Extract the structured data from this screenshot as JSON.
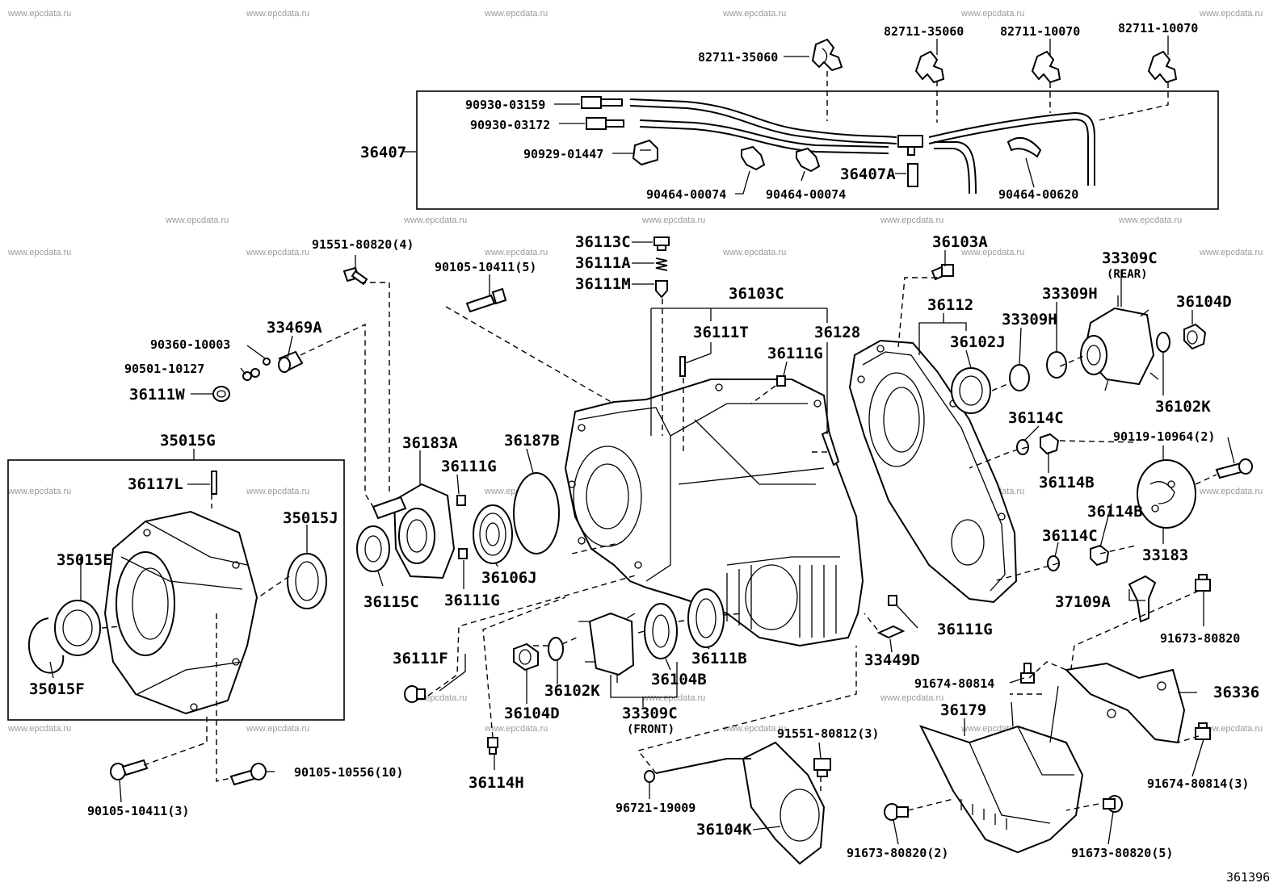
{
  "watermark": "www.epcdata.ru",
  "diagram_id": "361396",
  "labels": {
    "l82711_35060a": "82711-35060",
    "l82711_35060b": "82711-35060",
    "l82711_10070a": "82711-10070",
    "l82711_10070b": "82711-10070",
    "l90930_03159": "90930-03159",
    "l90930_03172": "90930-03172",
    "l36407": "36407",
    "l90929_01447": "90929-01447",
    "l90464_00074a": "90464-00074",
    "l90464_00074b": "90464-00074",
    "l36407A": "36407A",
    "l90464_00620": "90464-00620",
    "l91551_80820": "91551-80820(4)",
    "l90105_10411_5": "90105-10411(5)",
    "l36113C": "36113C",
    "l36111A": "36111A",
    "l36111M": "36111M",
    "l36103C": "36103C",
    "l36103A": "36103A",
    "l33309C_rear": "33309C",
    "l_rear": "(REAR)",
    "l36112": "36112",
    "l33309H_a": "33309H",
    "l33309H_b": "33309H",
    "l36104D_a": "36104D",
    "l36102J": "36102J",
    "l36102K_a": "36102K",
    "l36111T": "36111T",
    "l36128": "36128",
    "l36111G_a": "36111G",
    "l90360_10003": "90360-10003",
    "l33469A": "33469A",
    "l90501_10127": "90501-10127",
    "l36111W": "36111W",
    "l36114C_a": "36114C",
    "l90119_10964": "90119-10964(2)",
    "l35015G": "35015G",
    "l36183A": "36183A",
    "l36187B": "36187B",
    "l36117L": "36117L",
    "l36111G_b": "36111G",
    "l35015J": "35015J",
    "l36114B_a": "36114B",
    "l36114B_b": "36114B",
    "l33183": "33183",
    "l35015E": "35015E",
    "l36114C_b": "36114C",
    "l36115C": "36115C",
    "l36106J": "36106J",
    "l36111G_c": "36111G",
    "l37109A": "37109A",
    "l36111G_d": "36111G",
    "l91673_80820a": "91673-80820",
    "l36111F": "36111F",
    "l36111B": "36111B",
    "l33449D": "33449D",
    "l35015F": "35015F",
    "l36104B": "36104B",
    "l36102K_b": "36102K",
    "l91674_80814a": "91674-80814",
    "l36336": "36336",
    "l36104D_b": "36104D",
    "l33309C_front": "33309C",
    "l_front": "(FRONT)",
    "l36179": "36179",
    "l91551_80812": "91551-80812(3)",
    "l91674_80814b": "91674-80814(3)",
    "l90105_10556": "90105-10556(10)",
    "l36114H": "36114H",
    "l96721_19009": "96721-19009",
    "l90105_10411_3": "90105-10411(3)",
    "l36104K": "36104K",
    "l91673_80820b": "91673-80820(2)",
    "l91673_80820c": "91673-80820(5)"
  }
}
